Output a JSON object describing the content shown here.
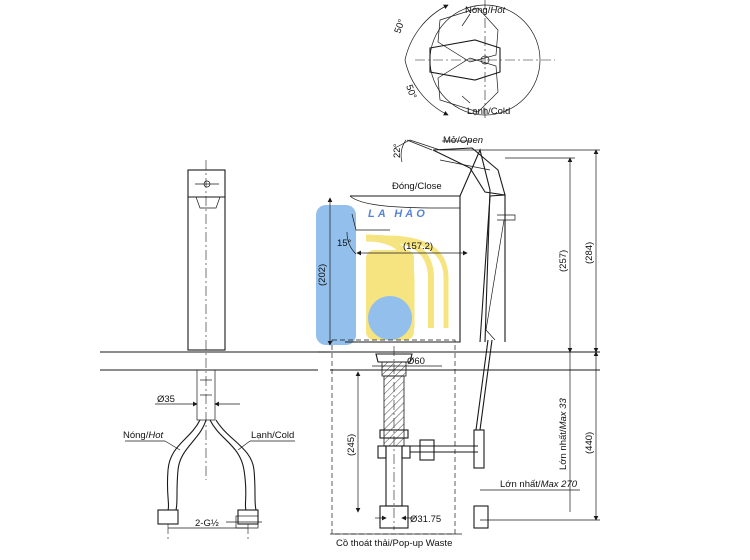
{
  "labels": {
    "hot_top_vi": "Nóng/",
    "hot_top_en": "Hot",
    "cold_top": "Lạnh/Cold",
    "angle_top": "50°",
    "angle_bottom": "50°",
    "open_vi": "Mở/",
    "open_en": "Open",
    "angle_22": "22°",
    "close": "Đóng/Close",
    "angle_15": "15°",
    "dim_157": "(157.2)",
    "dim_202": "(202)",
    "dim_257": "(257)",
    "dim_284": "(284)",
    "dim_60": "Ø60",
    "dim_35": "Ø35",
    "dim_245": "(245)",
    "max33_vi": "Lớn nhất/",
    "max33_en": "Max 33",
    "dim_440": "(440)",
    "max270_vi": "Lớn nhất/",
    "max270_en": "Max 270",
    "hot_bottom_vi": "Nóng/",
    "hot_bottom_en": "Hot",
    "cold_bottom": "Lạnh/Cold",
    "thread": "2-G½",
    "dim_3175": "Ø31.75",
    "popup": "Cồ thoát thải/Pop-up Waste"
  },
  "watermark": {
    "text": "LA HÀO",
    "colors": {
      "blue": "#7fb4e8",
      "yellow": "#f5e06a",
      "text": "#3b6fd1"
    }
  }
}
